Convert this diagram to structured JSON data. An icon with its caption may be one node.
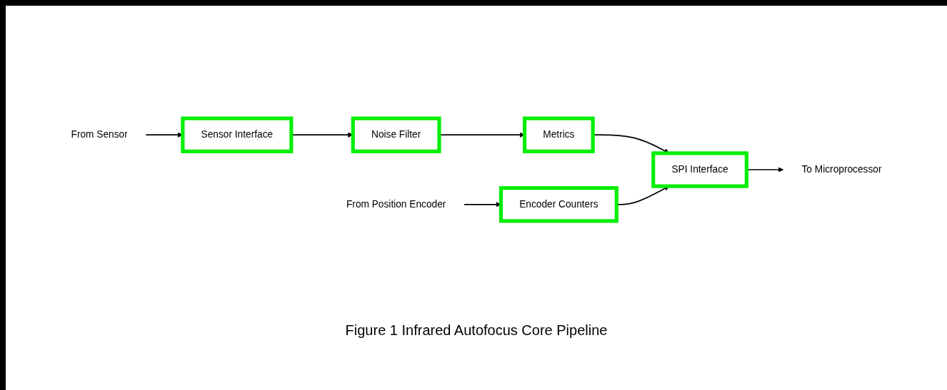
{
  "diagram": {
    "caption": "Figure 1 Infrared Autofocus Core Pipeline",
    "nodes": [
      {
        "text": [
          "From Sensor"
        ]
      },
      {
        "text": [
          "Sensor Interface"
        ]
      },
      {
        "text": [
          "Noise Filter"
        ]
      },
      {
        "text": [
          "Metrics"
        ]
      },
      {
        "text": [
          "SPI Interface"
        ]
      },
      {
        "text": [
          "To Microprocessor"
        ]
      },
      {
        "text": [
          "From Position Encoder"
        ]
      },
      {
        "text": [
          "Encoder Counters"
        ]
      }
    ],
    "edges": [
      {
        "from": 0,
        "to": 1,
        "arrow": "to"
      },
      {
        "from": 1,
        "to": 2,
        "arrow": "to"
      },
      {
        "from": 2,
        "to": 3,
        "arrow": "to"
      },
      {
        "from": 3,
        "to": 4,
        "arrow": "to"
      },
      {
        "from": 4,
        "to": 5,
        "arrow": "to"
      },
      {
        "from": 6,
        "to": 7,
        "arrow": "to"
      },
      {
        "from": 7,
        "to": 4,
        "arrow": "to"
      }
    ]
  }
}
